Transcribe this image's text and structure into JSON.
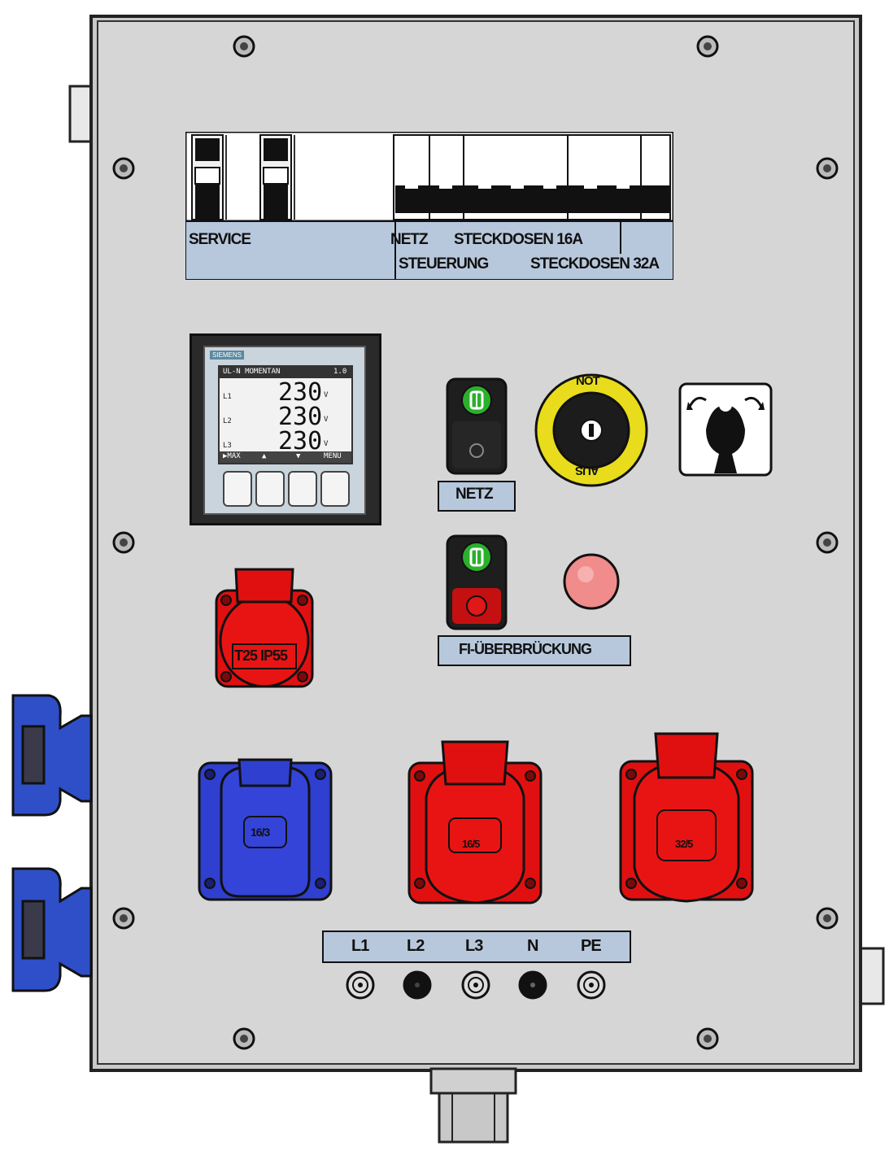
{
  "breaker_labels": {
    "service": "SERVICE",
    "netz": "NETZ",
    "steckdosen16": "STECKDOSEN 16A",
    "steuerung": "STEUERUNG",
    "steckdosen32": "STECKDOSEN 32A"
  },
  "meter": {
    "brand": "SIEMENS",
    "header": "UL-N MOMENTAN",
    "header_right": "1.0",
    "rows": [
      {
        "phase": "L1",
        "value": "230",
        "unit": "V"
      },
      {
        "phase": "L2",
        "value": "230",
        "unit": "V"
      },
      {
        "phase": "L3",
        "value": "230",
        "unit": "V"
      }
    ],
    "softkeys": [
      "▶MAX",
      "▲",
      "▼",
      "MENU"
    ]
  },
  "estop": {
    "top": "NOT",
    "bottom": "AUS"
  },
  "netz_label": "NETZ",
  "fi_label": "FI-ÜBERBRÜCKUNG",
  "socket_small_label": "T25 IP55",
  "sockets": [
    {
      "label": "16/3",
      "color": "#2f3fcf"
    },
    {
      "label": "16/5",
      "color": "#e01010"
    },
    {
      "label": "32/5",
      "color": "#e01010"
    }
  ],
  "terminals": [
    "L1",
    "L2",
    "L3",
    "N",
    "PE"
  ],
  "colors": {
    "panel": "#d6d6d6",
    "label_plate": "#b8c8dc",
    "socket_red": "#e01010",
    "socket_blue": "#2f3fcf",
    "estop_yellow": "#e8dc1c"
  }
}
